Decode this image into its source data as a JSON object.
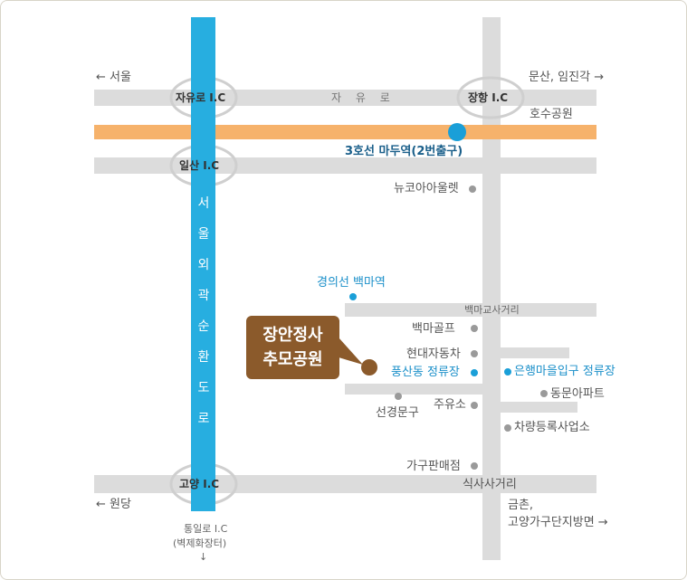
{
  "roads": {
    "jayu_road": "자 유 로",
    "baekma_crossroad": "백마교사거리",
    "siksa_crossroad": "식사사거리"
  },
  "interchanges": {
    "jayu": "자유로 I.C",
    "janghang": "장항 I.C",
    "ilsan": "일산 I.C",
    "goyang": "고양 I.C"
  },
  "expressway_vertical": [
    "서",
    "울",
    "외",
    "곽",
    "순",
    "환",
    "도",
    "로"
  ],
  "directions": {
    "seoul": "← 서울",
    "munsan": "문산, 임진각 →",
    "wondang": "← 원당",
    "geumchon": "금촌,",
    "goyang_furniture": "고양가구단지방면 →",
    "tongil_line1": "통일로 I.C",
    "tongil_line2": "(벽제화장터)",
    "tongil_arrow": "↓"
  },
  "subway": {
    "station_label": "3호선 마두역(2번출구)",
    "line_color": "#f6b26b"
  },
  "rail_station": "경의선 백마역",
  "landmarks": {
    "hosu_park": "호수공원",
    "new_core": "뉴코아아울렛",
    "baekma_golf": "백마골프",
    "hyundai_motors": "현대자동차",
    "pungsan_stop": "풍산동 정류장",
    "eunhaeng_stop": "은행마을입구 정류장",
    "dongmun_apt": "동문아파트",
    "seongyeong": "선경문구",
    "gas_station": "주유소",
    "vehicle_registration": "차량등록사업소",
    "furniture_store": "가구판매점"
  },
  "destination": {
    "line1": "장안정사",
    "line2": "추모공원",
    "color": "#8b5a2b"
  },
  "colors": {
    "expressway": "#27aee0",
    "road": "#dcdcdc",
    "accent_blue": "#1a9fd8"
  }
}
